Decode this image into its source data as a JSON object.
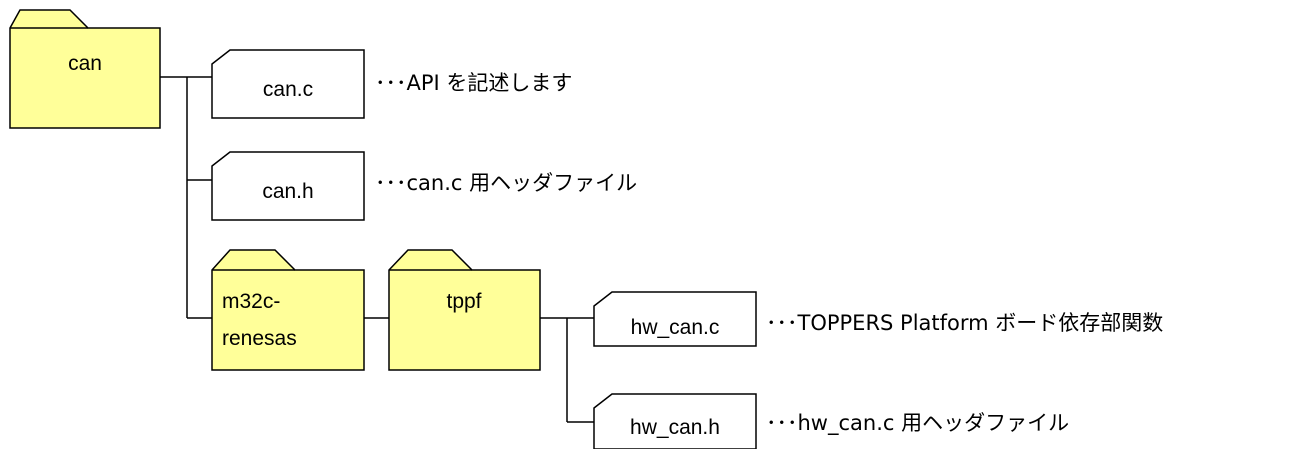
{
  "colors": {
    "folder_fill": "#ffff99",
    "stroke": "#000000",
    "file_fill": "#ffffff"
  },
  "folders": {
    "can": "can",
    "m32c_line1": "m32c-",
    "m32c_line2": "renesas",
    "tppf": "tppf"
  },
  "files": {
    "can_c": "can.c",
    "can_h": "can.h",
    "hw_can_c": "hw_can.c",
    "hw_can_h": "hw_can.h"
  },
  "notes": {
    "can_c": "･･･API を記述します",
    "can_h": "･･･can.c 用ヘッダファイル",
    "hw_can_c": "･･･TOPPERS  Platform  ボード依存部関数",
    "hw_can_h": "･･･hw_can.c 用ヘッダファイル"
  }
}
